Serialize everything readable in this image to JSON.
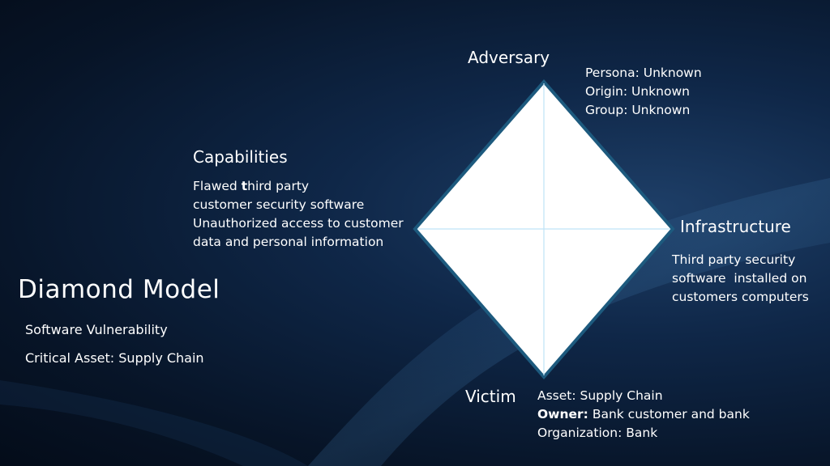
{
  "colors": {
    "background": "#0b1e38",
    "diamond_fill": "#ffffff",
    "diamond_stroke": "#1d5a7e",
    "axis_line": "#bfe3f7",
    "text": "#ffffff"
  },
  "title": "Diamond Model",
  "subtitles": [
    "Software Vulnerability",
    "Critical Asset: Supply Chain"
  ],
  "adversary": {
    "label": "Adversary",
    "details": [
      "Persona: Unknown",
      "Origin: Unknown",
      "Group: Unknown"
    ]
  },
  "capabilities": {
    "label": "Capabilities",
    "line1_prefix": "Flawed ",
    "line1_bold": "t",
    "line1_suffix": "hird party",
    "details": [
      "customer security software",
      "Unauthorized access to customer",
      "data and personal information"
    ]
  },
  "infrastructure": {
    "label": "Infrastructure",
    "details": [
      "Third party security",
      "software  installed on",
      "customers computers"
    ]
  },
  "victim": {
    "label": "Victim",
    "asset": "Asset: Supply Chain",
    "owner_label": "Owner:",
    "owner_value": " Bank customer and bank",
    "organization": "Organization: Bank"
  }
}
